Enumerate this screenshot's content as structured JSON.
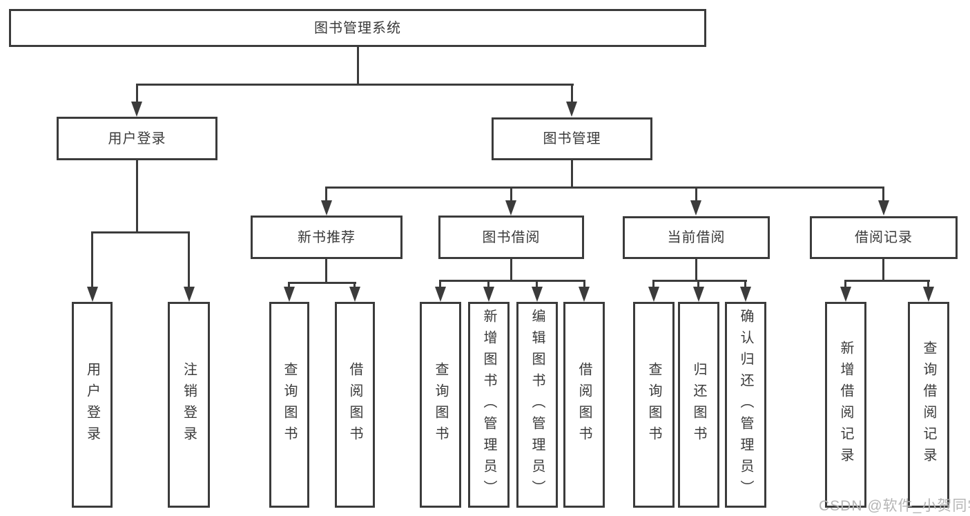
{
  "colors": {
    "line": "#3b3b3b",
    "text": "#3a3a3a",
    "watermark": "#b5b5b5",
    "background": "#ffffff"
  },
  "diagram": {
    "root": {
      "label": "图书管理系统"
    },
    "user_login": {
      "label": "用户登录",
      "children": [
        {
          "label": "用户登录"
        },
        {
          "label": "注销登录"
        }
      ]
    },
    "book_mgmt": {
      "label": "图书管理",
      "modules": [
        {
          "label": "新书推荐",
          "children": [
            {
              "label": "查询图书"
            },
            {
              "label": "借阅图书"
            }
          ]
        },
        {
          "label": "图书借阅",
          "children": [
            {
              "label": "查询图书"
            },
            {
              "label": "新增图书（管理员）"
            },
            {
              "label": "编辑图书（管理员）"
            },
            {
              "label": "借阅图书"
            }
          ]
        },
        {
          "label": "当前借阅",
          "children": [
            {
              "label": "查询图书"
            },
            {
              "label": "归还图书"
            },
            {
              "label": "确认归还（管理员）"
            }
          ]
        },
        {
          "label": "借阅记录",
          "children": [
            {
              "label": "新增借阅记录"
            },
            {
              "label": "查询借阅记录"
            }
          ]
        }
      ]
    }
  },
  "watermark": {
    "text": "CSDN @软件_小贺同学"
  }
}
